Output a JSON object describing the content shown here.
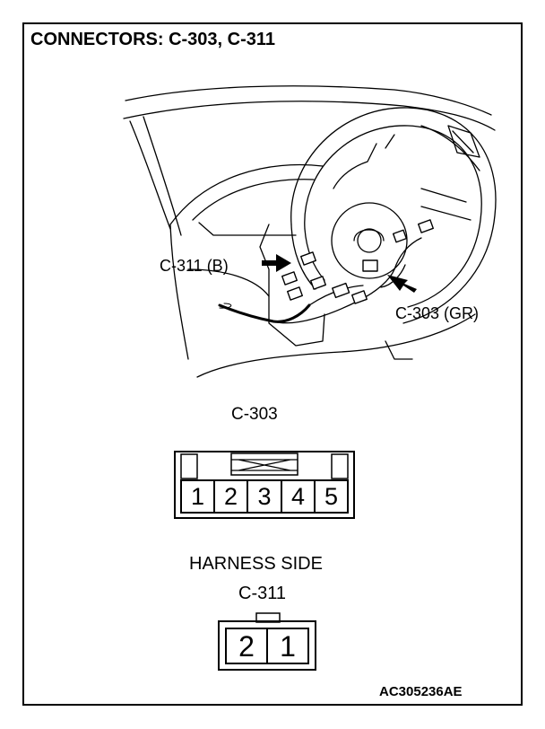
{
  "title": "CONNECTORS: C-303, C-311",
  "illustration": {
    "callout_c311": "C-311 (B)",
    "callout_c303": "C-303 (GR)"
  },
  "connector_c303": {
    "name": "C-303",
    "pins": [
      "1",
      "2",
      "3",
      "4",
      "5"
    ]
  },
  "harness_side_label": "HARNESS SIDE",
  "connector_c311": {
    "name": "C-311",
    "pins": [
      "2",
      "1"
    ]
  },
  "figure_code": "AC305236AE"
}
